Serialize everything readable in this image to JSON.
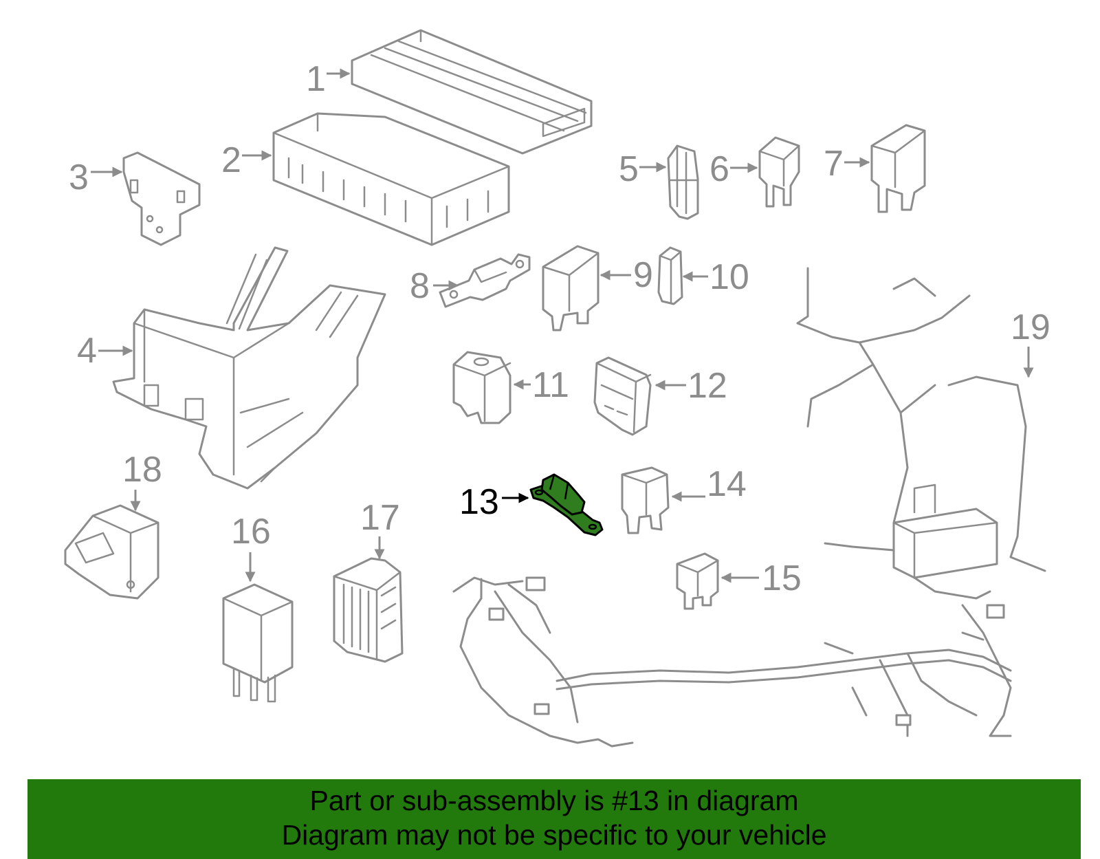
{
  "diagram": {
    "highlight_color": "#217a0b",
    "line_color": "#8c8c8c",
    "selected_part": "13",
    "callouts": [
      {
        "id": "c1",
        "label": "1"
      },
      {
        "id": "c2",
        "label": "2"
      },
      {
        "id": "c3",
        "label": "3"
      },
      {
        "id": "c4",
        "label": "4"
      },
      {
        "id": "c5",
        "label": "5"
      },
      {
        "id": "c6",
        "label": "6"
      },
      {
        "id": "c7",
        "label": "7"
      },
      {
        "id": "c8",
        "label": "8"
      },
      {
        "id": "c9",
        "label": "9"
      },
      {
        "id": "c10",
        "label": "10"
      },
      {
        "id": "c11",
        "label": "11"
      },
      {
        "id": "c12",
        "label": "12"
      },
      {
        "id": "c13",
        "label": "13"
      },
      {
        "id": "c14",
        "label": "14"
      },
      {
        "id": "c15",
        "label": "15"
      },
      {
        "id": "c16",
        "label": "16"
      },
      {
        "id": "c17",
        "label": "17"
      },
      {
        "id": "c18",
        "label": "18"
      },
      {
        "id": "c19",
        "label": "19"
      }
    ]
  },
  "banner": {
    "line1": "Part or sub-assembly is #13 in diagram",
    "line2": "Diagram may not be specific to your vehicle"
  }
}
